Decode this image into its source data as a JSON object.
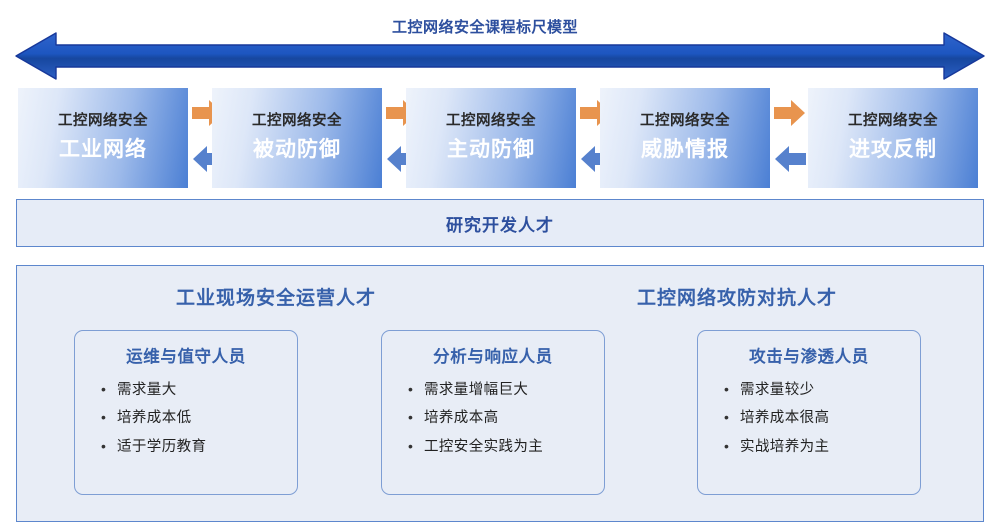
{
  "model_title": "工控网络安全课程标尺模型",
  "scale_arrow": {
    "icon": "double-headed-horizontal-arrow",
    "color": "#1f50b5"
  },
  "levels": {
    "connector_forward_icon": "arrow-right-icon",
    "connector_back_icon": "arrow-left-icon",
    "connector_forward_color": "#e8944e",
    "connector_back_color": "#5681cd",
    "items": [
      {
        "sub": "工控网络安全",
        "main": "工业网络"
      },
      {
        "sub": "工控网络安全",
        "main": "被动防御"
      },
      {
        "sub": "工控网络安全",
        "main": "主动防御"
      },
      {
        "sub": "工控网络安全",
        "main": "威胁情报"
      },
      {
        "sub": "工控网络安全",
        "main": "进攻反制"
      }
    ]
  },
  "research_band": {
    "label": "研究开发人才"
  },
  "talent_panel": {
    "groups": [
      {
        "title": "工业现场安全运营人才"
      },
      {
        "title": "工控网络攻防对抗人才"
      }
    ],
    "cards": [
      {
        "title": "运维与值守人员",
        "items": [
          "需求量大",
          "培养成本低",
          "适于学历教育"
        ]
      },
      {
        "title": "分析与响应人员",
        "items": [
          "需求量增幅巨大",
          "培养成本高",
          "工控安全实践为主"
        ]
      },
      {
        "title": "攻击与渗透人员",
        "items": [
          "需求量较少",
          "培养成本很高",
          "实战培养为主"
        ]
      }
    ]
  },
  "theme": {
    "accent_blue": "#2d4f9e",
    "panel_bg": "#e8edf6",
    "panel_border": "#5d87cd",
    "box_gradient_start": "#eef3fb",
    "box_gradient_end": "#4b7fd4"
  }
}
